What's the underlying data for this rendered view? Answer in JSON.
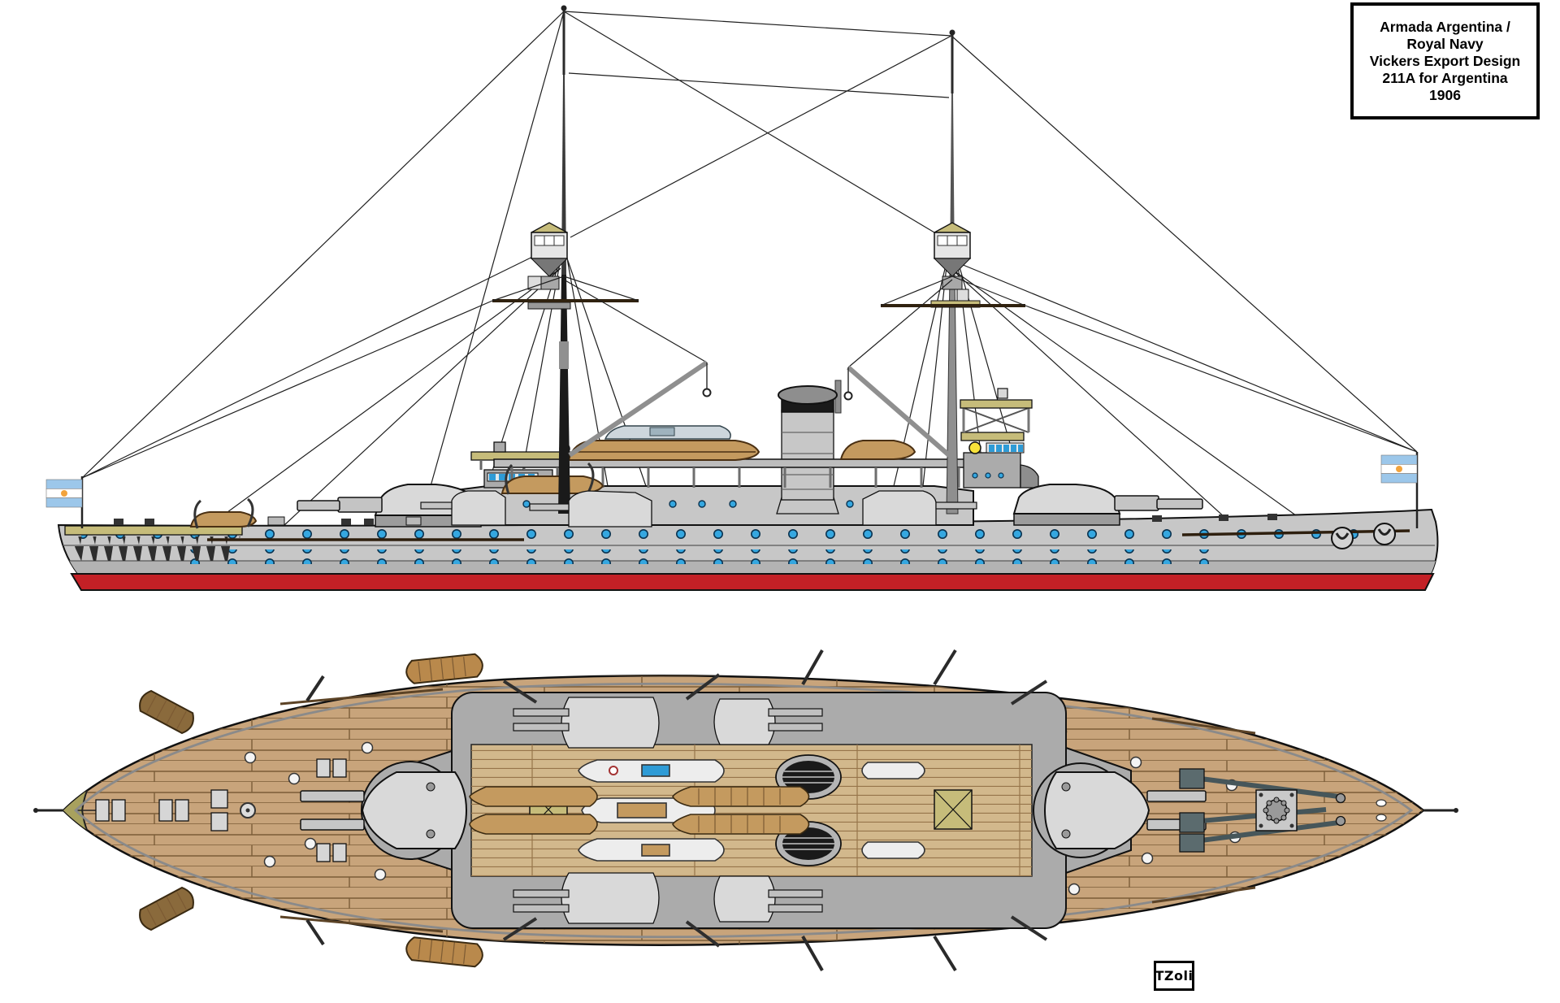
{
  "title_box": {
    "lines": [
      "Armada Argentina /",
      "Royal Navy",
      "Vickers Export Design",
      "211A for Argentina",
      "1906"
    ]
  },
  "signature": {
    "text": "TZoli"
  },
  "palette": {
    "hull_gray": "#C7C7C7",
    "hull_gray_dark": "#B3B3B3",
    "waterline_red": "#C32026",
    "superstructure_gray": "#ABABAB",
    "turret_gray": "#D9D9D9",
    "deck_wood": "#C8A47B",
    "boat_deck_wood": "#D2B88C",
    "plank_line": "#7A5C38",
    "olive_walkway": "#A8A15E",
    "khaki_roof": "#C6BC7A",
    "porthole_blue": "#35A7E0",
    "window_blue": "#2E9BD6",
    "flag_blue": "#9CC7EA",
    "flag_sun": "#F2A33C",
    "boat_wood": "#C49A5F",
    "white_boat": "#EDEDED",
    "searchlight_yellow": "#F7E23A"
  }
}
